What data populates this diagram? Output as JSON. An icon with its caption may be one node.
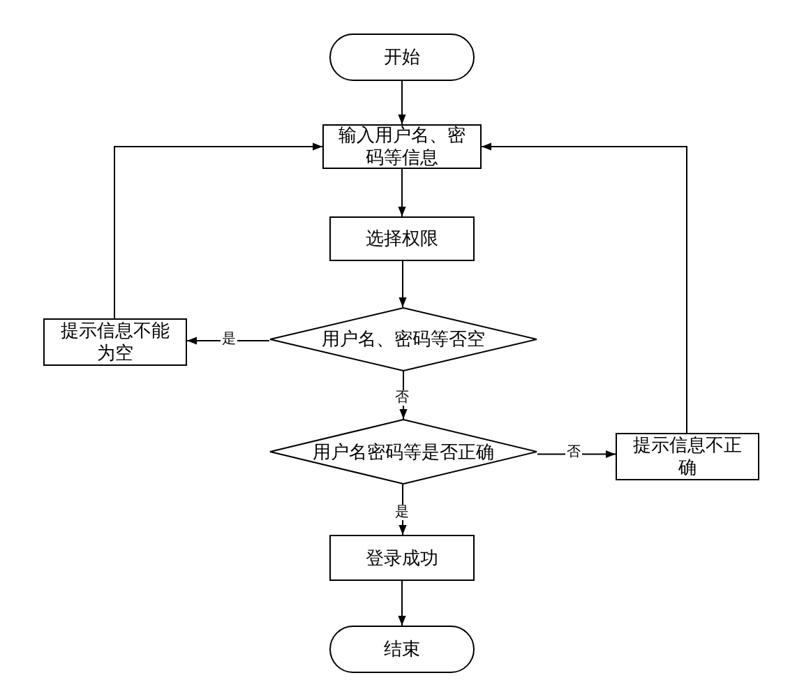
{
  "diagram": {
    "nodes": [
      {
        "text": [
          "开始"
        ]
      },
      {
        "text": [
          "输入用户名、密码等信息"
        ]
      },
      {
        "text": [
          "选择权限"
        ]
      },
      {
        "text": [
          "用户名、密码等否空"
        ]
      },
      {
        "text": [
          "提示信息不能为空"
        ]
      },
      {
        "text": [
          "用户名密码等是否正确"
        ]
      },
      {
        "text": [
          "提示信息不正确"
        ]
      },
      {
        "text": [
          "登录成功"
        ]
      },
      {
        "text": [
          "结束"
        ]
      }
    ],
    "edges": [
      {
        "from": 0,
        "to": 1,
        "arrow": "to"
      },
      {
        "from": 1,
        "to": 2,
        "arrow": "to"
      },
      {
        "from": 2,
        "to": 3,
        "arrow": "to"
      },
      {
        "from": 3,
        "to": 4,
        "arrow": "to",
        "label": "是"
      },
      {
        "from": 3,
        "to": 5,
        "arrow": "to",
        "label": "否"
      },
      {
        "from": 5,
        "to": 6,
        "arrow": "to",
        "label": "否"
      },
      {
        "from": 5,
        "to": 7,
        "arrow": "to",
        "label": "是"
      },
      {
        "from": 7,
        "to": 8,
        "arrow": "to"
      },
      {
        "from": 4,
        "to": 1,
        "arrow": "to"
      },
      {
        "from": 6,
        "to": 1,
        "arrow": "to"
      }
    ]
  }
}
